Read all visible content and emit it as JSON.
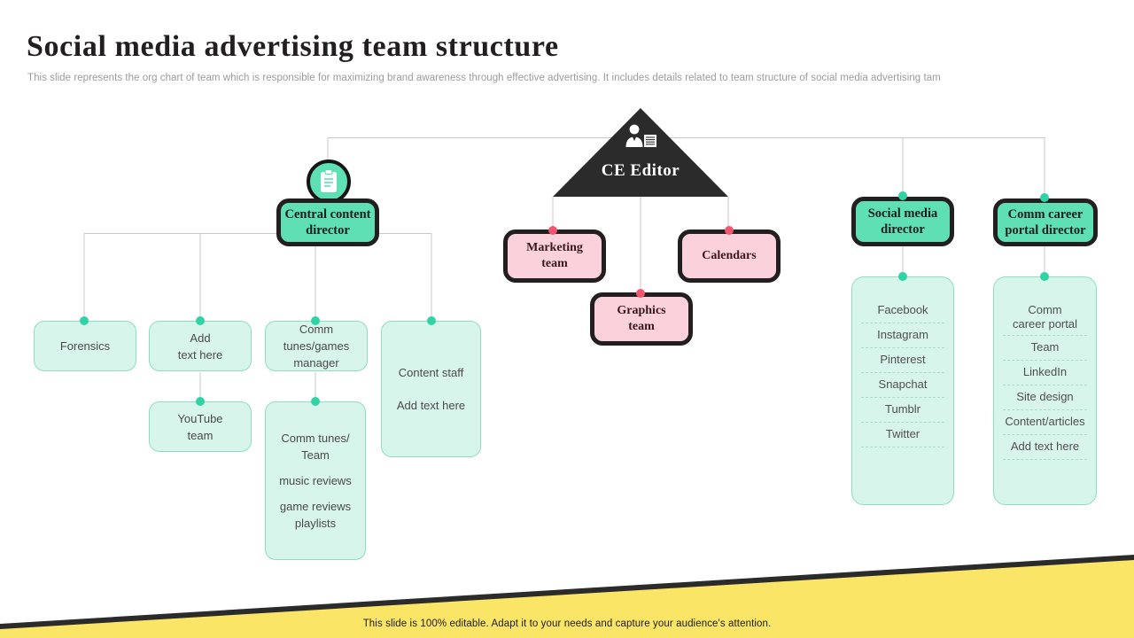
{
  "header": {
    "title": "Social media advertising team structure",
    "subtitle": "This slide represents the org chart of team which is responsible for maximizing brand awareness through effective advertising. It includes details related to team structure of social media advertising tam"
  },
  "colors": {
    "mint": "#5fe0b4",
    "soft_mint": "#d8f5ec",
    "soft_mint_border": "#8fdcc6",
    "pink": "#fbd2dc",
    "pink_dot": "#f2566f",
    "teal_dot": "#2fd3a5",
    "dark": "#231f20",
    "yellow": "#fae566",
    "subtitle_grey": "#9b9b9b"
  },
  "chart_data": {
    "type": "diagram",
    "root": "CE Editor",
    "nodes": [
      {
        "id": "ce-editor",
        "label": "CE Editor",
        "style": "triangle",
        "icon": "person-document-icon"
      },
      {
        "id": "central-content-director",
        "label": "Central content director",
        "style": "director",
        "icon": "clipboard-icon"
      },
      {
        "id": "marketing-team",
        "label": "Marketing team",
        "style": "pink"
      },
      {
        "id": "calendars",
        "label": "Calendars",
        "style": "pink"
      },
      {
        "id": "graphics-team",
        "label": "Graphics team",
        "style": "pink"
      },
      {
        "id": "social-media-director",
        "label": "Social media director",
        "style": "director"
      },
      {
        "id": "comm-career-portal-director",
        "label": "Comm career portal director",
        "style": "director"
      },
      {
        "id": "forensics",
        "label": "Forensics",
        "style": "soft"
      },
      {
        "id": "add-text-here",
        "label": "Add text here",
        "style": "soft"
      },
      {
        "id": "comm-tunes-games-manager",
        "label": "Comm tunes/games manager",
        "style": "soft"
      },
      {
        "id": "content-staff",
        "label": "Content staff / Add text here",
        "style": "soft"
      },
      {
        "id": "youtube-team",
        "label": "YouTube team",
        "style": "soft"
      },
      {
        "id": "comm-tunes-team",
        "label": "Comm tunes/ Team music reviews game reviews playlists",
        "style": "soft"
      }
    ]
  },
  "chart": {
    "ce_editor": {
      "label": "CE Editor"
    },
    "central_content_director": {
      "line1": "Central content",
      "line2": "director"
    },
    "marketing_team": {
      "line1": "Marketing",
      "line2": "team"
    },
    "calendars": {
      "line1": "Calendars"
    },
    "graphics_team": {
      "line1": "Graphics",
      "line2": "team"
    },
    "social_media_director": {
      "line1": "Social media",
      "line2": "director"
    },
    "comm_career_portal_director": {
      "line1": "Comm career",
      "line2": "portal director"
    },
    "forensics": {
      "line1": "Forensics"
    },
    "add_text_here": {
      "line1": "Add",
      "line2": "text here"
    },
    "comm_tunes_games_manager": {
      "line1": "Comm",
      "line2": "tunes/games",
      "line3": "manager"
    },
    "content_staff": {
      "line1": "Content  staff",
      "line2": "Add text here"
    },
    "youtube_team": {
      "line1": "YouTube",
      "line2": "team"
    },
    "comm_tunes_team": {
      "line1": "Comm tunes/",
      "line2": "Team",
      "line3": "music reviews",
      "line4": "game  reviews",
      "line5": "playlists"
    },
    "social_media_list": [
      "Facebook",
      "Instagram",
      "Pinterest",
      "Snapchat",
      "Tumblr",
      "Twitter"
    ],
    "comm_career_list_first_line1": "Comm",
    "comm_career_list_first_line2": "career  portal",
    "comm_career_list": [
      "Team",
      "LinkedIn",
      "Site design",
      "Content/articles",
      "Add text here"
    ]
  },
  "footer": {
    "note": "This slide is 100% editable. Adapt it to your needs and capture your audience's attention."
  }
}
